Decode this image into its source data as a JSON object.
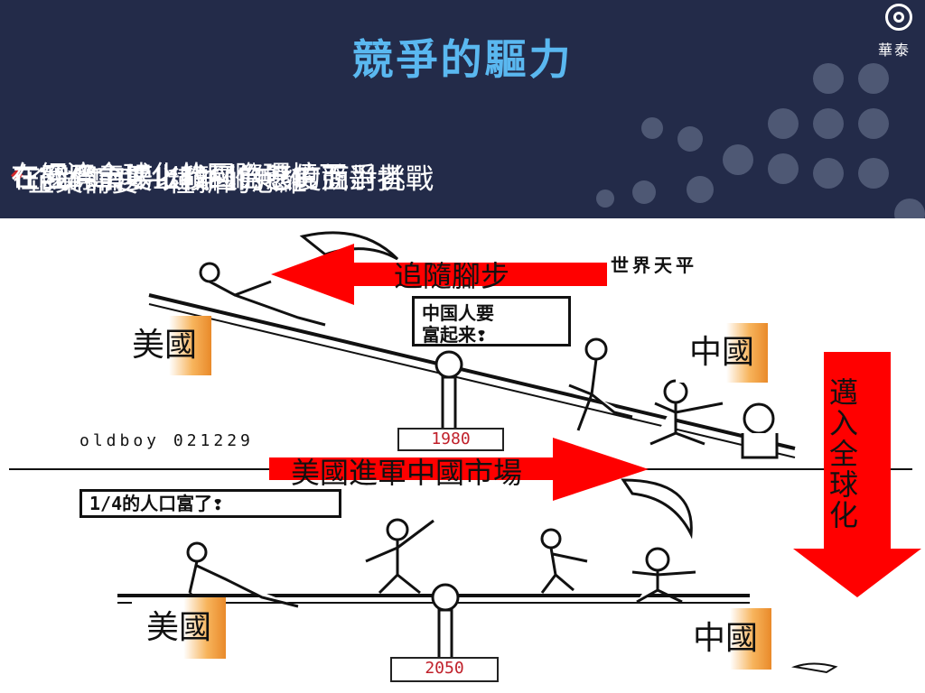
{
  "logo": {
    "text": "華泰"
  },
  "title": "競爭的驅力",
  "bullets": [
    "在經濟全球化的國際環境下，",
    "我們需要以積極的態度面對挑戰",
    "企業需要一種新的思維",
    "在國際市場上找到自己的競爭者"
  ],
  "cartoon": {
    "top_caption": "世界天平",
    "bubble_top": [
      "中国人要",
      "富起来❢"
    ],
    "bubble_bottom": "1/4的人口富了❢",
    "signature": "oldboy  021229",
    "year_top": "1980",
    "year_bottom": "2050",
    "label_us_top": "美國",
    "label_cn_top": "中國",
    "label_us_bottom": "美國",
    "label_cn_bottom": "中國",
    "arrow_follow": "追隨腳步",
    "arrow_enter": "美國進軍中國市場",
    "arrow_global": "邁入全球化"
  },
  "colors": {
    "header_bg": "#232b49",
    "title": "#5ab8f0",
    "arrow": "#ff0000",
    "box_accent": "#e98a2a"
  }
}
